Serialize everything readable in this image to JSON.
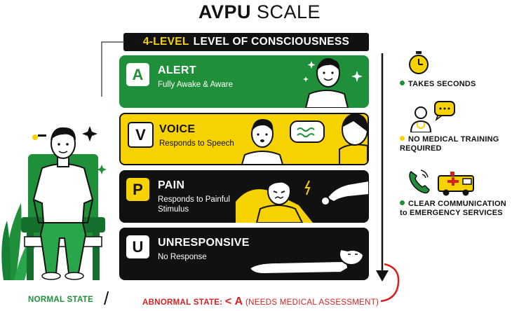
{
  "title": {
    "bold": "AVPU",
    "light": "SCALE"
  },
  "subtitle": {
    "accent": "4-LEVEL",
    "rest": "LEVEL OF CONSCIOUSNESS"
  },
  "levels": [
    {
      "letter": "A",
      "name": "ALERT",
      "description": "Fully Awake & Aware"
    },
    {
      "letter": "V",
      "name": "VOICE",
      "description": "Responds to Speech"
    },
    {
      "letter": "P",
      "name": "PAIN",
      "description": "Responds to Painful Stimulus"
    },
    {
      "letter": "U",
      "name": "UNRESPONSIVE",
      "description": "No Response"
    }
  ],
  "benefits": [
    {
      "icon": "stopwatch-icon",
      "label": "TAKES SECONDS",
      "dot_color": "#1f8f3a"
    },
    {
      "icon": "doctor-speech-icon",
      "label": "NO MEDICAL TRAINING REQUIRED",
      "dot_color": "#f6d200"
    },
    {
      "icon": "phone-ambulance-icon",
      "label": "CLEAR COMMUNICATION to EMERGENCY SERVICES",
      "dot_color": "#1f8f3a"
    }
  ],
  "footer": {
    "normal": "NORMAL STATE",
    "separator": "/",
    "abnormal_prefix": "ABNORMAL STATE:",
    "abnormal_symbol": "< A",
    "abnormal_note": "(NEEDS MEDICAL ASSESSMENT)"
  },
  "colors": {
    "green": "#1f8f3a",
    "yellow": "#f6d200",
    "black": "#111111",
    "red": "#d32222"
  }
}
